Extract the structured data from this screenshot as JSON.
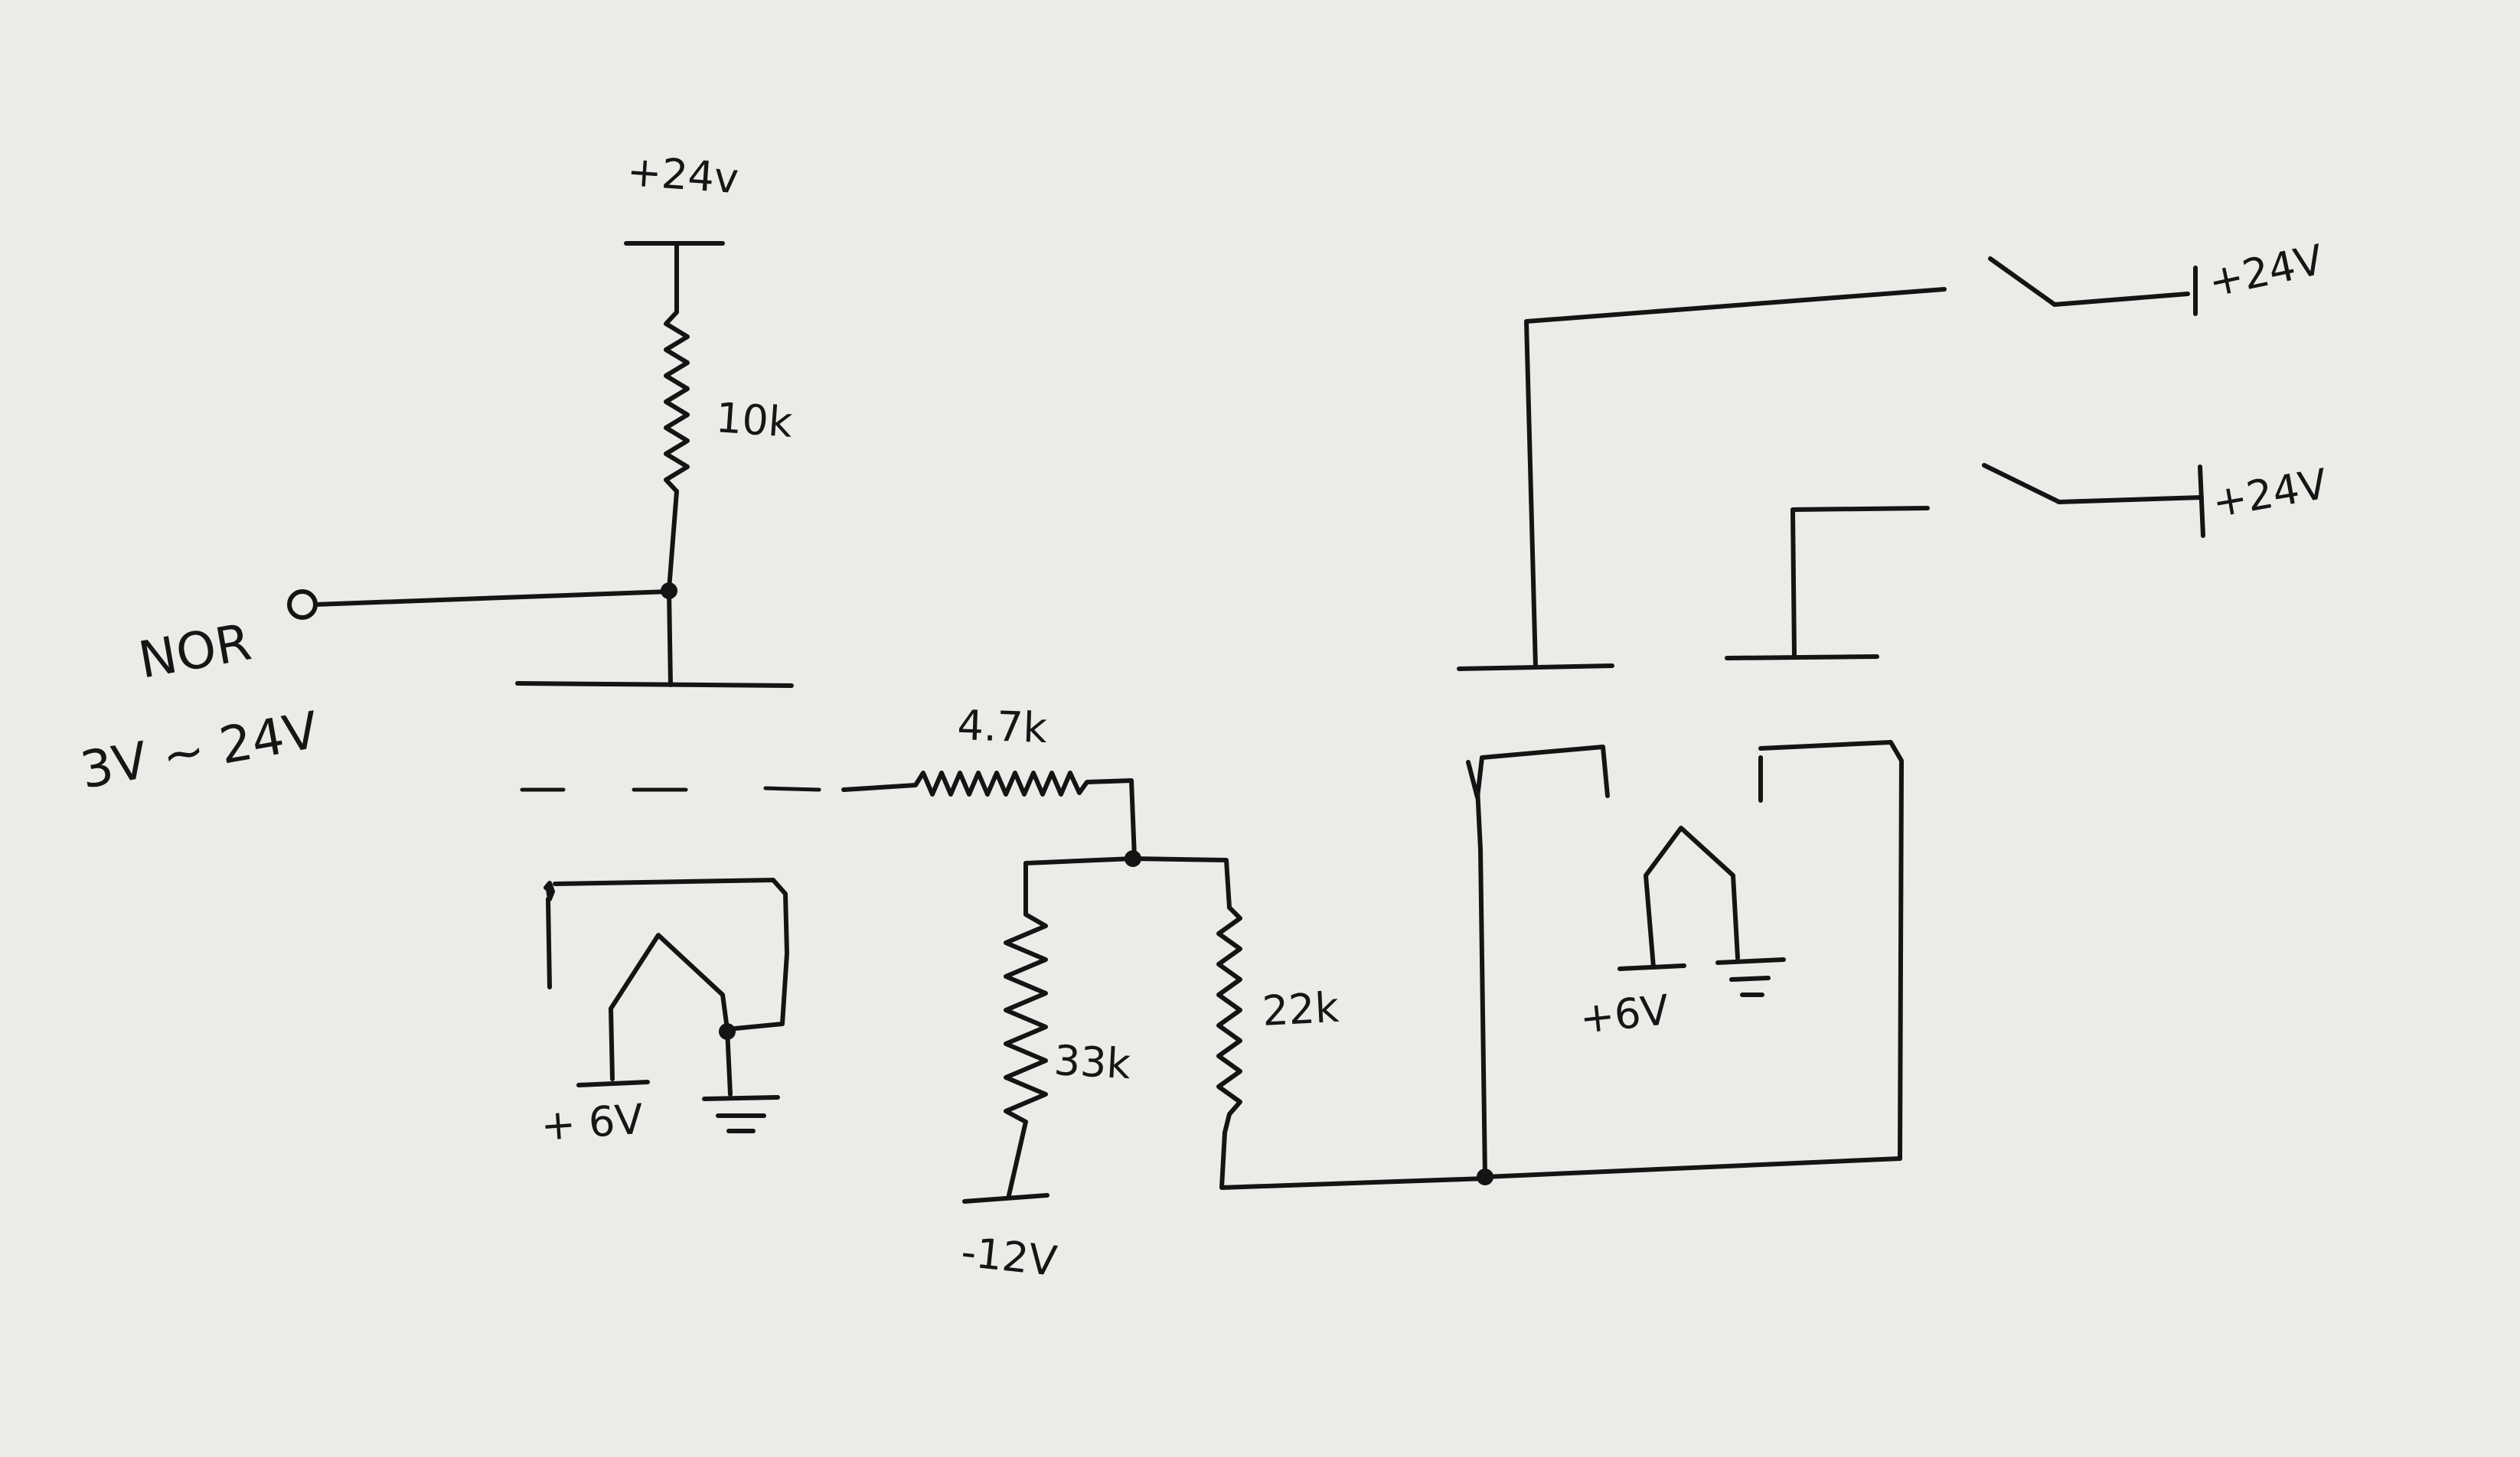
{
  "diagram": {
    "labels": {
      "vcc_top": "+24v",
      "r_10k": "10k",
      "input_name": "NOR",
      "input_range": "3V ~ 24V",
      "r_4k7": "4.7k",
      "r_33k": "33k",
      "r_22k": "22k",
      "neg_supply": "-12V",
      "supply_left": "+ 6V",
      "supply_right": "+6V",
      "switch_top_supply": "+24V",
      "switch_bottom_supply": "+24V"
    },
    "ink_color": "#141414",
    "paper_color": "#ecebe8"
  }
}
